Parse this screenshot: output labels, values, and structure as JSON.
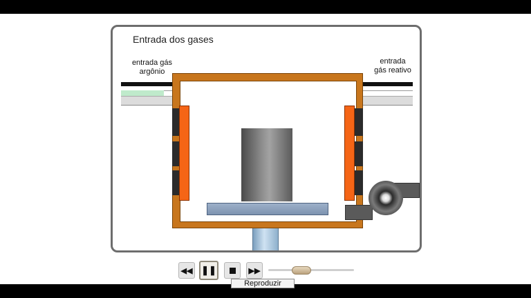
{
  "animation": {
    "title": "Entrada dos gases",
    "left_inlet_label": "entrada gás\nargônio",
    "right_inlet_label": "entrada\ngás reativo"
  },
  "controls": {
    "buttons": [
      {
        "name": "rewind",
        "icon": "rewind-icon"
      },
      {
        "name": "pause",
        "icon": "pause-icon"
      },
      {
        "name": "stop",
        "icon": "stop-icon"
      },
      {
        "name": "fast-forward",
        "icon": "fast-forward-icon"
      }
    ],
    "speed_slider_value": 0.35,
    "tooltip": "Reproduzir"
  },
  "colors": {
    "chamber": "#c8761d",
    "target": "#f56516",
    "gas": "#bfeacb",
    "plate": "#8aa0bd"
  }
}
